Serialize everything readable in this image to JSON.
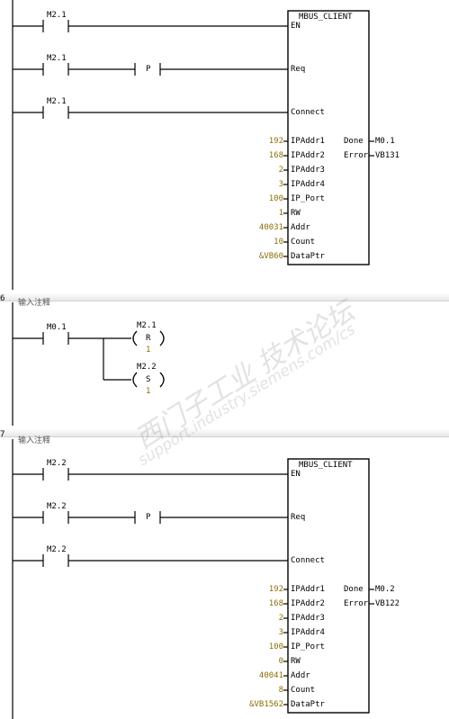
{
  "networks": [
    {
      "contacts": [
        "M2.1",
        "M2.1",
        "M2.1"
      ],
      "edge_label": "P",
      "block": {
        "title": "MBUS_CLIENT",
        "inputs": [
          "EN",
          "Req",
          "Connect"
        ],
        "params": [
          {
            "name": "IPAddr1",
            "value": "192"
          },
          {
            "name": "IPAddr2",
            "value": "168"
          },
          {
            "name": "IPAddr3",
            "value": "2"
          },
          {
            "name": "IPAddr4",
            "value": "3"
          },
          {
            "name": "IP_Port",
            "value": "100"
          },
          {
            "name": "RW",
            "value": "1"
          },
          {
            "name": "Addr",
            "value": "40031"
          },
          {
            "name": "Count",
            "value": "10"
          },
          {
            "name": "DataPtr",
            "value": "&VB60"
          }
        ],
        "outputs": [
          {
            "name": "Done",
            "value": "M0.1"
          },
          {
            "name": "Error",
            "value": "VB131"
          }
        ]
      }
    },
    {
      "number": "6",
      "comment": "输入注释",
      "contact": "M0.1",
      "coils": [
        {
          "address": "M2.1",
          "op": "R",
          "count": "1"
        },
        {
          "address": "M2.2",
          "op": "S",
          "count": "1"
        }
      ]
    },
    {
      "number": "7",
      "comment": "输入注释",
      "contacts": [
        "M2.2",
        "M2.2",
        "M2.2"
      ],
      "edge_label": "P",
      "block": {
        "title": "MBUS_CLIENT",
        "inputs": [
          "EN",
          "Req",
          "Connect"
        ],
        "params": [
          {
            "name": "IPAddr1",
            "value": "192"
          },
          {
            "name": "IPAddr2",
            "value": "168"
          },
          {
            "name": "IPAddr3",
            "value": "2"
          },
          {
            "name": "IPAddr4",
            "value": "3"
          },
          {
            "name": "IP_Port",
            "value": "100"
          },
          {
            "name": "RW",
            "value": "0"
          },
          {
            "name": "Addr",
            "value": "40041"
          },
          {
            "name": "Count",
            "value": "8"
          },
          {
            "name": "DataPtr",
            "value": "&VB1562"
          }
        ],
        "outputs": [
          {
            "name": "Done",
            "value": "M0.2"
          },
          {
            "name": "Error",
            "value": "VB122"
          }
        ]
      }
    }
  ],
  "watermark": {
    "line1": "西门子工业 技术论坛",
    "line2": "support.industry.siemens.com/cs"
  },
  "colors": {
    "value_text": "#8a7000",
    "wire": "#000000"
  }
}
